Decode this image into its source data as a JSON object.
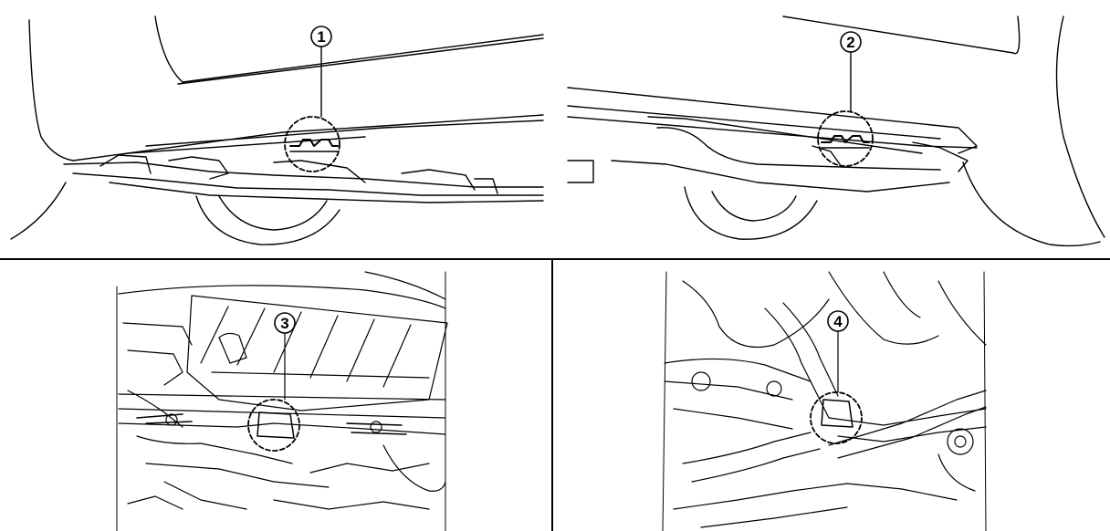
{
  "panels": [
    {
      "id": "panel-1",
      "callout": "1"
    },
    {
      "id": "panel-2",
      "callout": "2"
    },
    {
      "id": "panel-3",
      "callout": "3"
    },
    {
      "id": "panel-4",
      "callout": "4"
    }
  ],
  "colors": {
    "line": "#000000",
    "background": "#ffffff"
  }
}
